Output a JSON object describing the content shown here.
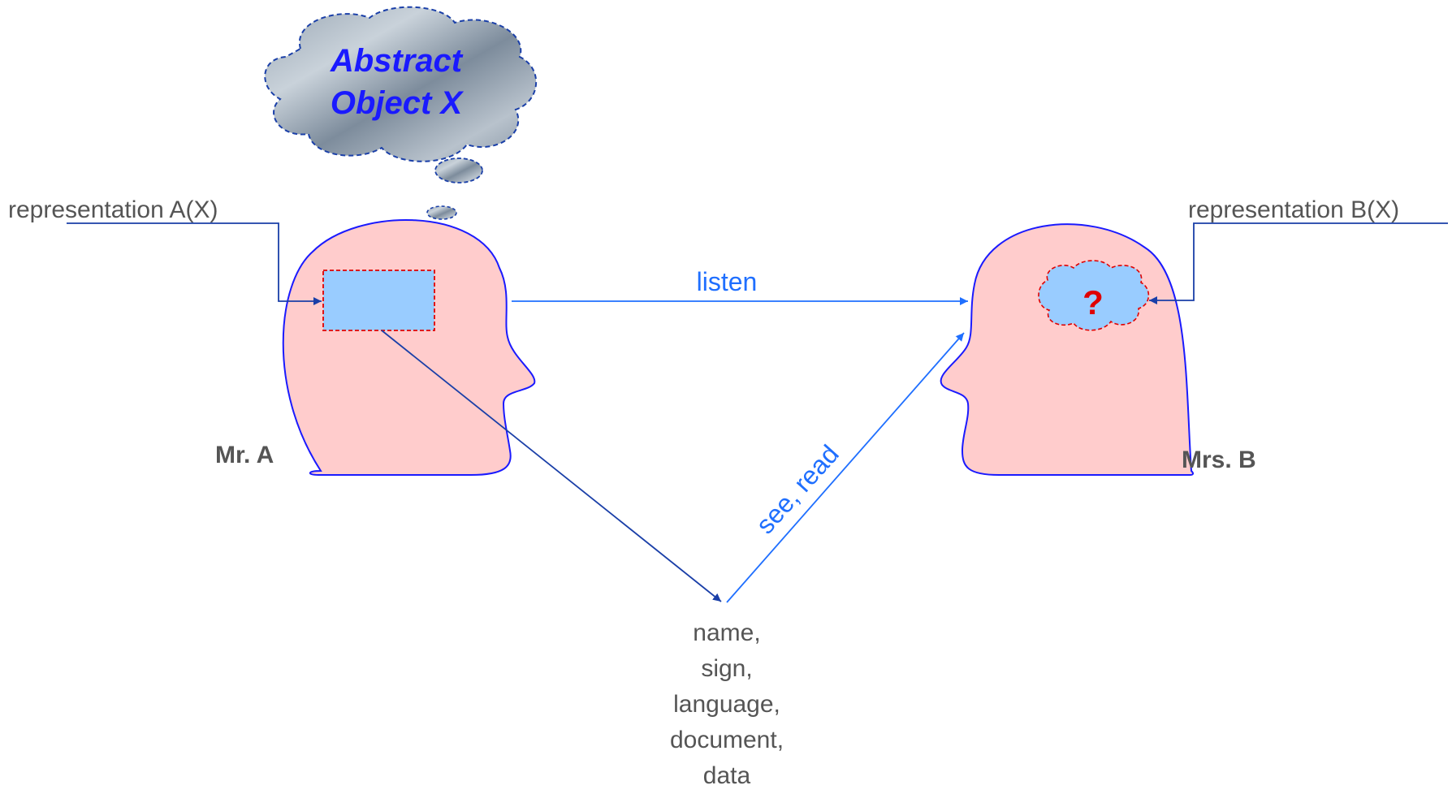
{
  "cloud": {
    "line1": "Abstract",
    "line2": "Object X"
  },
  "person_a": {
    "name": "Mr. A",
    "representation_label": "representation A(X)"
  },
  "person_b": {
    "name": "Mrs. B",
    "representation_label": "representation B(X)",
    "unknown_mark": "?"
  },
  "arrows": {
    "listen_label": "listen",
    "see_read_label": "see, read"
  },
  "media": {
    "items": [
      "name,",
      "sign,",
      "language,",
      "document,",
      "data"
    ]
  },
  "colors": {
    "head_fill": "#ffcccc",
    "head_stroke": "#1a1aff",
    "representation_fill": "#99ccff",
    "representation_border": "#e00000",
    "arrow_dark": "#1a3fa8",
    "arrow_light": "#1f6fff",
    "cloud_text": "#1a1aff",
    "question_mark": "#e00000"
  }
}
